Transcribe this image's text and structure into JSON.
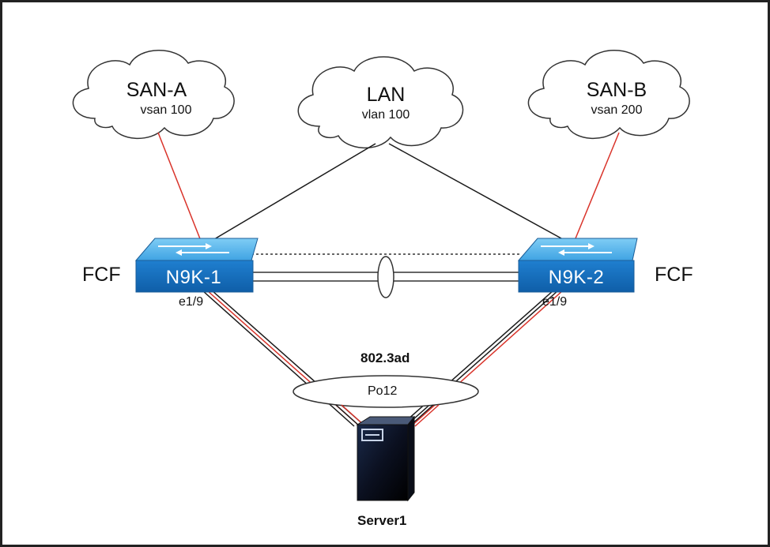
{
  "clouds": {
    "san_a": {
      "title": "SAN-A",
      "subtitle": "vsan 100"
    },
    "lan": {
      "title": "LAN",
      "subtitle": "vlan 100"
    },
    "san_b": {
      "title": "SAN-B",
      "subtitle": "vsan 200"
    }
  },
  "switches": {
    "left": {
      "name": "N9K-1",
      "role": "FCF",
      "port": "e1/9"
    },
    "right": {
      "name": "N9K-2",
      "role": "FCF",
      "port": "e1/9"
    }
  },
  "port_channel": {
    "protocol": "802.3ad",
    "name": "Po12"
  },
  "server": {
    "name": "Server1"
  },
  "colors": {
    "fc_link": "#d9332a",
    "ethernet_link": "#1a1a1a",
    "switch_blue": "#2a8fd6",
    "switch_top": "#5cb8ef"
  }
}
